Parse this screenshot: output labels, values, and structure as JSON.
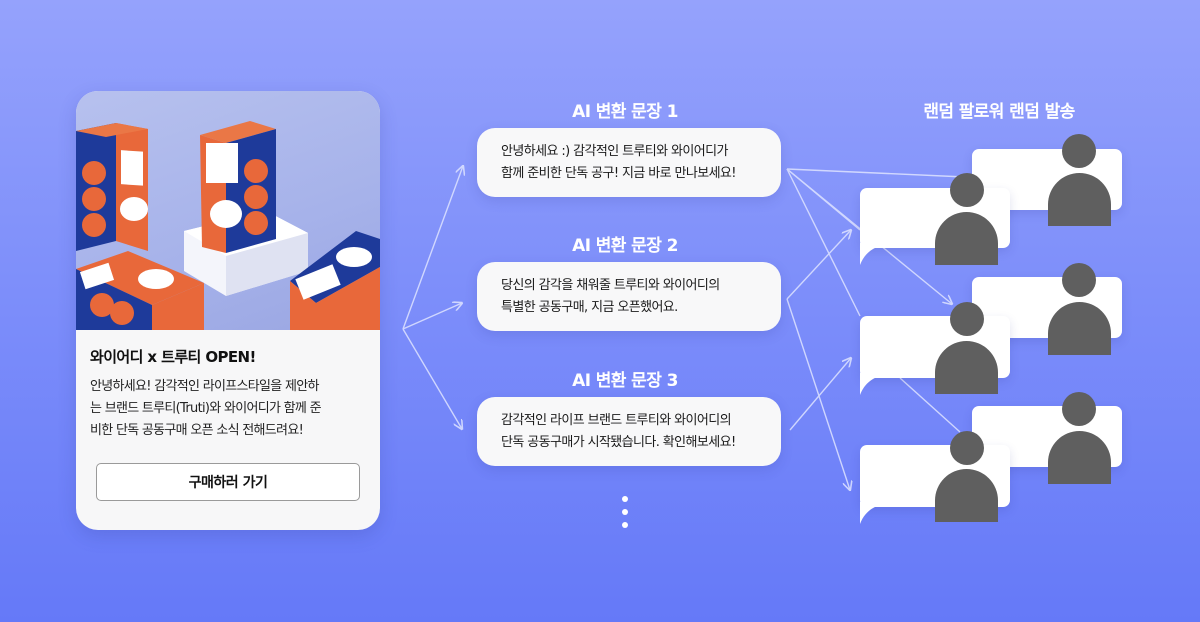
{
  "colors": {
    "background_top": "#95a2fc",
    "background_bottom": "#6579f8",
    "card_bg": "#f7f7f8",
    "box_orange": "#e8683a",
    "box_navy": "#1e3a9a",
    "avatar_gray": "#5f5f5f",
    "arrow_color": "#dfe4ff"
  },
  "product_card": {
    "image_alt": "product-boxes-photo",
    "title": "와이어디 x 트루티 OPEN!",
    "body_lines": [
      "안녕하세요! 감각적인 라이프스타일을 제안하",
      "는 브랜드 트루티(Truti)와 와이어디가 함께 준",
      "비한 단독 공동구매 오픈 소식 전해드려요!"
    ],
    "button_label": "구매하러 가기"
  },
  "ai_sentences": [
    {
      "label": "AI 변환 문장 1",
      "lines": [
        "안녕하세요 :) 감각적인 트루티와 와이어디가",
        "함께 준비한 단독 공구! 지금 바로 만나보세요!"
      ]
    },
    {
      "label": "AI 변환 문장 2",
      "lines": [
        "당신의 감각을 채워줄 트루티와 와이어디의",
        "특별한 공동구매, 지금 오픈했어요."
      ]
    },
    {
      "label": "AI 변환 문장 3",
      "lines": [
        "감각적인 라이프 브랜드 트루티와 와이어디의",
        "단독 공동구매가 시작됐습니다. 확인해보세요!"
      ]
    }
  ],
  "more_indicator": "vertical-ellipsis-icon",
  "followers": {
    "title": "랜덤 팔로워 랜덤 발송",
    "groups": [
      {
        "name": "follower-group-1",
        "count": 2
      },
      {
        "name": "follower-group-2",
        "count": 2
      },
      {
        "name": "follower-group-3",
        "count": 2
      }
    ]
  }
}
